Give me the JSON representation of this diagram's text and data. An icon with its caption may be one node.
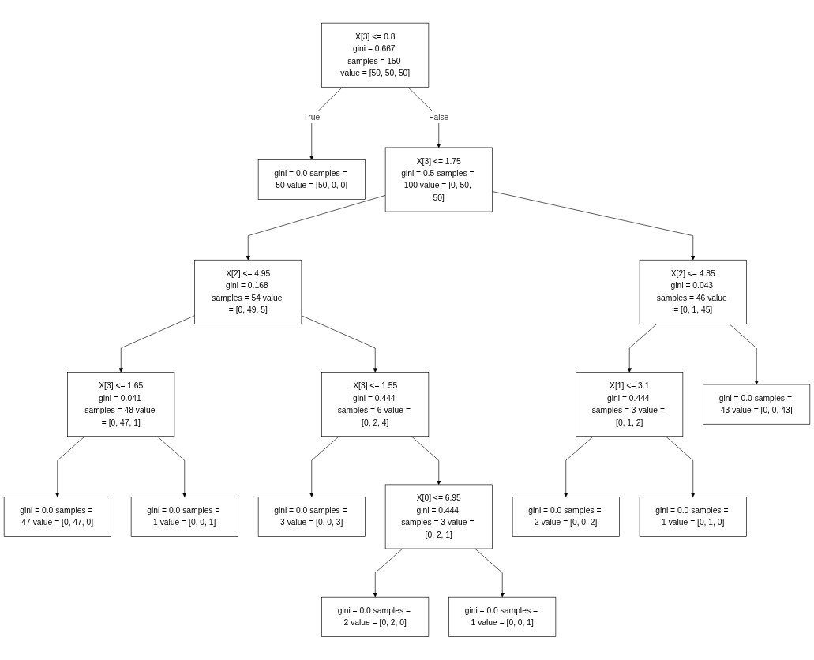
{
  "diagram": {
    "nodes": [
      {
        "text": [
          "X[3] <= 0.8",
          "gini = 0.667 samples = 150 value = [50, 50, 50]"
        ]
      },
      {
        "text": [
          "gini = 0.0 samples = 50 value = [50, 0, 0]"
        ]
      },
      {
        "text": [
          "X[3] <= 1.75",
          "gini = 0.5 samples = 100 value = [0, 50, 50]"
        ]
      },
      {
        "text": [
          "X[2] <= 4.95",
          "gini = 0.168 samples = 54 value = [0, 49, 5]"
        ]
      },
      {
        "text": [
          "X[2] <= 4.85",
          "gini = 0.043 samples = 46 value = [0, 1, 45]"
        ]
      },
      {
        "text": [
          "X[3] <= 1.65",
          "gini = 0.041 samples = 48 value = [0, 47, 1]"
        ]
      },
      {
        "text": [
          "X[3] <= 1.55",
          "gini = 0.444 samples = 6 value = [0, 2, 4]"
        ]
      },
      {
        "text": [
          "X[1] <= 3.1",
          "gini = 0.444 samples = 3 value = [0, 1, 2]"
        ]
      },
      {
        "text": [
          "gini = 0.0 samples = 43 value = [0, 0, 43]"
        ]
      },
      {
        "text": [
          "gini = 0.0 samples = 47 value = [0, 47, 0]"
        ]
      },
      {
        "text": [
          "gini = 0.0 samples = 1 value = [0, 0, 1]"
        ]
      },
      {
        "text": [
          "gini = 0.0 samples = 3 value = [0, 0, 3]"
        ]
      },
      {
        "text": [
          "X[0] <= 6.95",
          "gini = 0.444 samples = 3 value = [0, 2, 1]"
        ]
      },
      {
        "text": [
          "gini = 0.0 samples = 2 value = [0, 0, 2]"
        ]
      },
      {
        "text": [
          "gini = 0.0 samples = 1 value = [0, 1, 0]"
        ]
      },
      {
        "text": [
          "gini = 0.0 samples = 2 value = [0, 2, 0]"
        ]
      },
      {
        "text": [
          "gini = 0.0 samples = 1 value = [0, 0, 1]"
        ]
      }
    ],
    "edges": [
      {
        "from": 0,
        "to": 1,
        "arrow": "to",
        "label": "True"
      },
      {
        "from": 0,
        "to": 2,
        "arrow": "to",
        "label": "False"
      },
      {
        "from": 2,
        "to": 3,
        "arrow": "to"
      },
      {
        "from": 2,
        "to": 4,
        "arrow": "to"
      },
      {
        "from": 3,
        "to": 5,
        "arrow": "to"
      },
      {
        "from": 3,
        "to": 6,
        "arrow": "to"
      },
      {
        "from": 4,
        "to": 7,
        "arrow": "to"
      },
      {
        "from": 4,
        "to": 8,
        "arrow": "to"
      },
      {
        "from": 5,
        "to": 9,
        "arrow": "to"
      },
      {
        "from": 5,
        "to": 10,
        "arrow": "to"
      },
      {
        "from": 6,
        "to": 11,
        "arrow": "to"
      },
      {
        "from": 6,
        "to": 12,
        "arrow": "to"
      },
      {
        "from": 7,
        "to": 13,
        "arrow": "to"
      },
      {
        "from": 7,
        "to": 14,
        "arrow": "to"
      },
      {
        "from": 12,
        "to": 15,
        "arrow": "to"
      },
      {
        "from": 12,
        "to": 16,
        "arrow": "to"
      }
    ]
  }
}
